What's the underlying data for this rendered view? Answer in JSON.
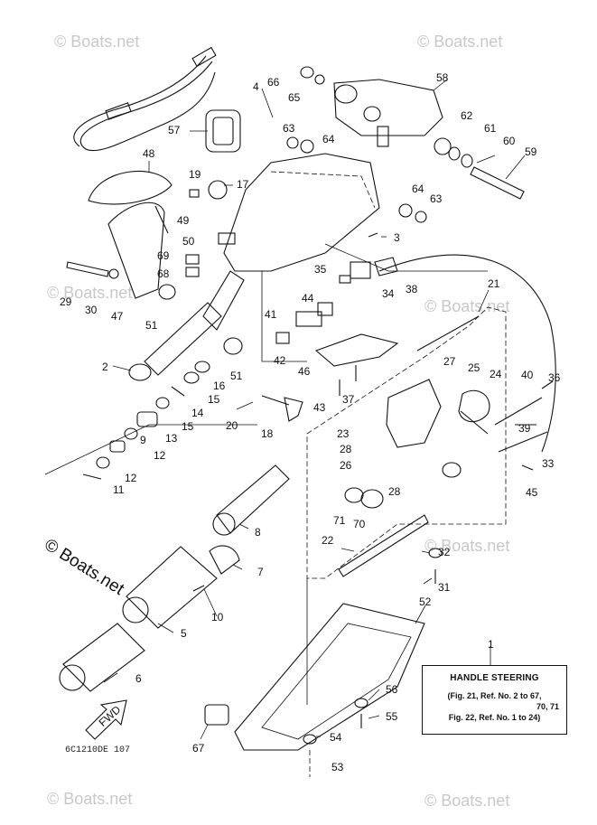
{
  "watermark": "© Boats.net",
  "diagram_code": "6C1210DE 107",
  "fwd_label": "FWD",
  "legend": {
    "title": "HANDLE STEERING",
    "line1": "(Fig. 21, Ref. No. 2 to 67,",
    "line2": "70, 71",
    "line3": "Fig. 22, Ref. No. 1 to 24)"
  },
  "callouts": {
    "c1": "1",
    "c2": "2",
    "c3": "3",
    "c4": "4",
    "c5": "5",
    "c6": "6",
    "c7": "7",
    "c8": "8",
    "c9": "9",
    "c10": "10",
    "c11": "11",
    "c12a": "12",
    "c12b": "12",
    "c13": "13",
    "c14": "14",
    "c15a": "15",
    "c15b": "15",
    "c16": "16",
    "c17": "17",
    "c18": "18",
    "c19": "19",
    "c20": "20",
    "c21": "21",
    "c22": "22",
    "c23": "23",
    "c24": "24",
    "c25": "25",
    "c26": "26",
    "c27": "27",
    "c28a": "28",
    "c28b": "28",
    "c29": "29",
    "c30": "30",
    "c31": "31",
    "c32": "32",
    "c33": "33",
    "c34": "34",
    "c35": "35",
    "c36": "36",
    "c37": "37",
    "c38": "38",
    "c39": "39",
    "c40": "40",
    "c41": "41",
    "c42": "42",
    "c43": "43",
    "c44": "44",
    "c45": "45",
    "c46": "46",
    "c47": "47",
    "c48": "48",
    "c49": "49",
    "c50": "50",
    "c51a": "51",
    "c51b": "51",
    "c52": "52",
    "c53": "53",
    "c54": "54",
    "c55": "55",
    "c56": "56",
    "c57": "57",
    "c58": "58",
    "c59": "59",
    "c60": "60",
    "c61": "61",
    "c62": "62",
    "c63a": "63",
    "c63b": "63",
    "c64a": "64",
    "c64b": "64",
    "c65": "65",
    "c66": "66",
    "c67": "67",
    "c68": "68",
    "c69": "69",
    "c70": "70",
    "c71": "71"
  },
  "colors": {
    "ink": "#111111",
    "watermark": "#c8c8c8",
    "paper": "#ffffff"
  }
}
